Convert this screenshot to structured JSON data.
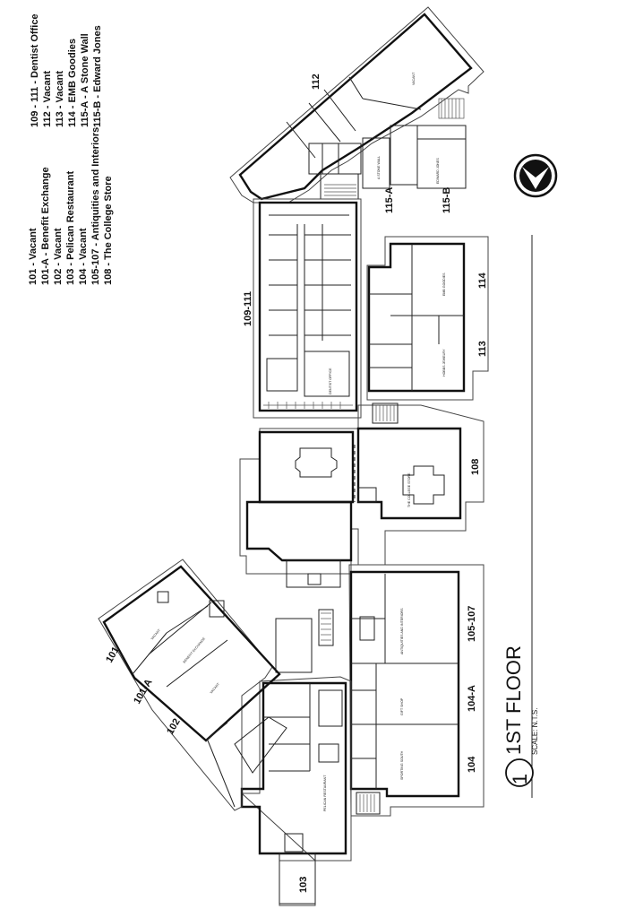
{
  "legend_left": [
    "101 - Vacant",
    "101-A - Benefit Exchange",
    "102 - Vacant",
    "103 - Pelican Restaurant",
    "104 - Vacant",
    "105-107 - Antiquities and Interiors",
    "108 - The College Store"
  ],
  "legend_right": [
    "109 - 111 - Dentist Office",
    "112 - Vacant",
    "113 - Vacant",
    "114 - EMB Goodies",
    "115-A - A Stone Wall",
    "115-B - Edward Jones"
  ],
  "units": {
    "u101": "101",
    "u101a": "101-A",
    "u102": "102",
    "u103": "103",
    "u104": "104",
    "u104a": "104-A",
    "u105": "105-107",
    "u108": "108",
    "u109": "109-111",
    "u112": "112",
    "u113": "113",
    "u114": "114",
    "u115a": "115-A",
    "u115b": "115-B"
  },
  "room_labels": {
    "r101": "VACANT",
    "r101a": "BENEFIT EXCHANGE",
    "r102": "VACANT",
    "r103": "PELICAN RESTAURANT",
    "r104": "SPORTING SOUTH",
    "r104a": "GIFT SHOP",
    "r105": "ANTIQUITIES AND INTERIORS",
    "r108": "THE COLLEGE STORE",
    "r109": "DENTIST OFFICE",
    "r112": "VACANT",
    "r113": "HOBBS JEWELRY",
    "r114": "EMB GOODIES",
    "r115a": "A STONE WALL",
    "r115b": "EDWARD JONES"
  },
  "title": {
    "number": "1",
    "text": "1ST FLOOR",
    "scale": "SCALE: N.T.S."
  },
  "icons": {
    "north_arrow": "north-arrow-icon"
  },
  "colors": {
    "ink": "#111111",
    "paper": "#ffffff"
  }
}
